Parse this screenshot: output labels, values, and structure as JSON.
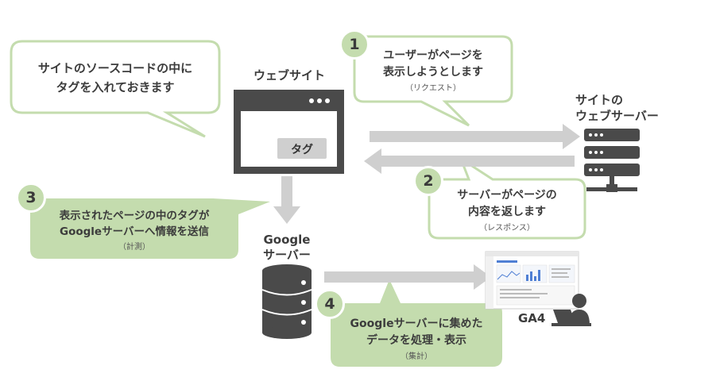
{
  "callout_source": {
    "line1": "サイトのソースコードの中に",
    "line2": "タグを入れておきます"
  },
  "website": {
    "label": "ウェブサイト",
    "tag_label": "タグ"
  },
  "site_server": {
    "line1": "サイトの",
    "line2": "ウェブサーバー"
  },
  "google_server": {
    "line1": "Google",
    "line2": "サーバー"
  },
  "ga4": {
    "label": "GA4"
  },
  "steps": [
    {
      "number": "1",
      "line1": "ユーザーがページを",
      "line2": "表示しようとします",
      "note": "（リクエスト）"
    },
    {
      "number": "2",
      "line1": "サーバーがページの",
      "line2": "内容を返します",
      "note": "（レスポンス）"
    },
    {
      "number": "3",
      "line1": "表示されたページの中のタグが",
      "line2": "Googleサーバーへ情報を送信",
      "note": "（計測）"
    },
    {
      "number": "4",
      "line1": "Googleサーバーに集めた",
      "line2": "データを処理・表示",
      "note": "（集計）"
    }
  ],
  "colors": {
    "accent_green": "#c4dcae",
    "dark_gray": "#4a4a4a",
    "arrow_gray": "#cfcfcf"
  }
}
